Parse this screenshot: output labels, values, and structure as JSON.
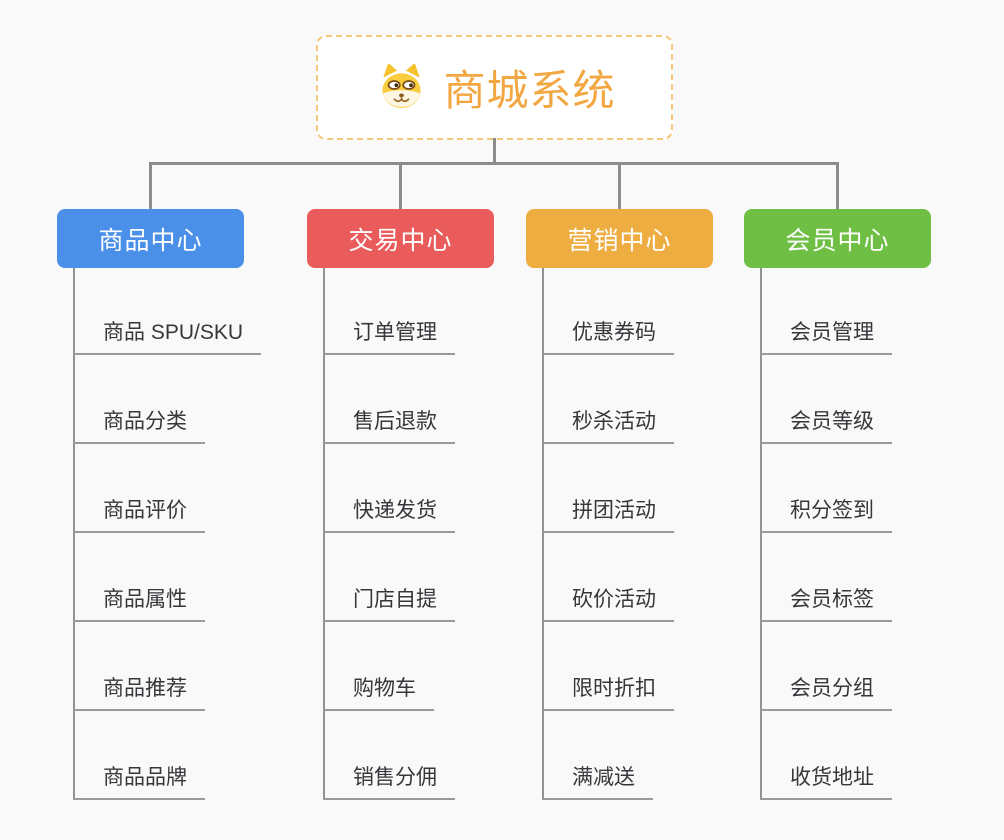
{
  "root": {
    "title": "商城系统",
    "icon": "dog-face-icon"
  },
  "branches": [
    {
      "label": "商品中心",
      "color": "#4a8fe8",
      "children": [
        "商品 SPU/SKU",
        "商品分类",
        "商品评价",
        "商品属性",
        "商品推荐",
        "商品品牌"
      ]
    },
    {
      "label": "交易中心",
      "color": "#e95c5b",
      "children": [
        "订单管理",
        "售后退款",
        "快递发货",
        "门店自提",
        "购物车",
        "销售分佣"
      ]
    },
    {
      "label": "营销中心",
      "color": "#eead40",
      "children": [
        "优惠券码",
        "秒杀活动",
        "拼团活动",
        "砍价活动",
        "限时折扣",
        "满减送"
      ]
    },
    {
      "label": "会员中心",
      "color": "#6fbf45",
      "children": [
        "会员管理",
        "会员等级",
        "积分签到",
        "会员标签",
        "会员分组",
        "收货地址"
      ]
    }
  ],
  "colors": {
    "background": "#f9f9f9",
    "root_accent": "#f2a742",
    "root_border": "#f5c87c",
    "connector": "#8c8c8c",
    "leaf_text": "#35373a"
  }
}
